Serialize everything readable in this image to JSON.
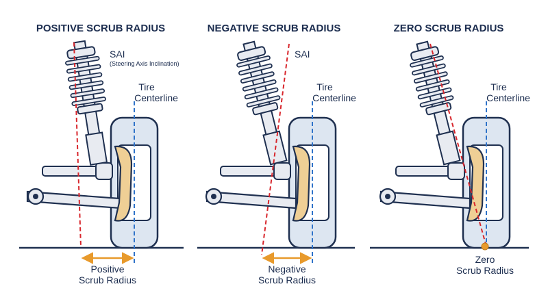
{
  "colors": {
    "navy": "#1f3050",
    "sai_line": "#d8262c",
    "centerline": "#2f73c9",
    "arrow": "#e89a2c",
    "knuckle": "#efcf95",
    "tire": "#dde6f1",
    "spring": "#e8ebf1",
    "ground": "#1f3050"
  },
  "panels": [
    {
      "title": "POSITIVE SCRUB RADIUS",
      "sai_label": "SAI",
      "sai_sublabel": "(Steering Axis Inclination)",
      "centerline_label_1": "Tire",
      "centerline_label_2": "Centerline",
      "result_label_1": "Positive",
      "result_label_2": "Scrub Radius",
      "scrub_type": "positive"
    },
    {
      "title": "NEGATIVE SCRUB RADIUS",
      "sai_label": "SAI",
      "sai_sublabel": "",
      "centerline_label_1": "Tire",
      "centerline_label_2": "Centerline",
      "result_label_1": "Negative",
      "result_label_2": "Scrub Radius",
      "scrub_type": "negative"
    },
    {
      "title": "ZERO SCRUB RADIUS",
      "sai_label": "",
      "sai_sublabel": "",
      "centerline_label_1": "Tire",
      "centerline_label_2": "Centerline",
      "result_label_1": "Zero",
      "result_label_2": "Scrub Radius",
      "scrub_type": "zero"
    }
  ]
}
